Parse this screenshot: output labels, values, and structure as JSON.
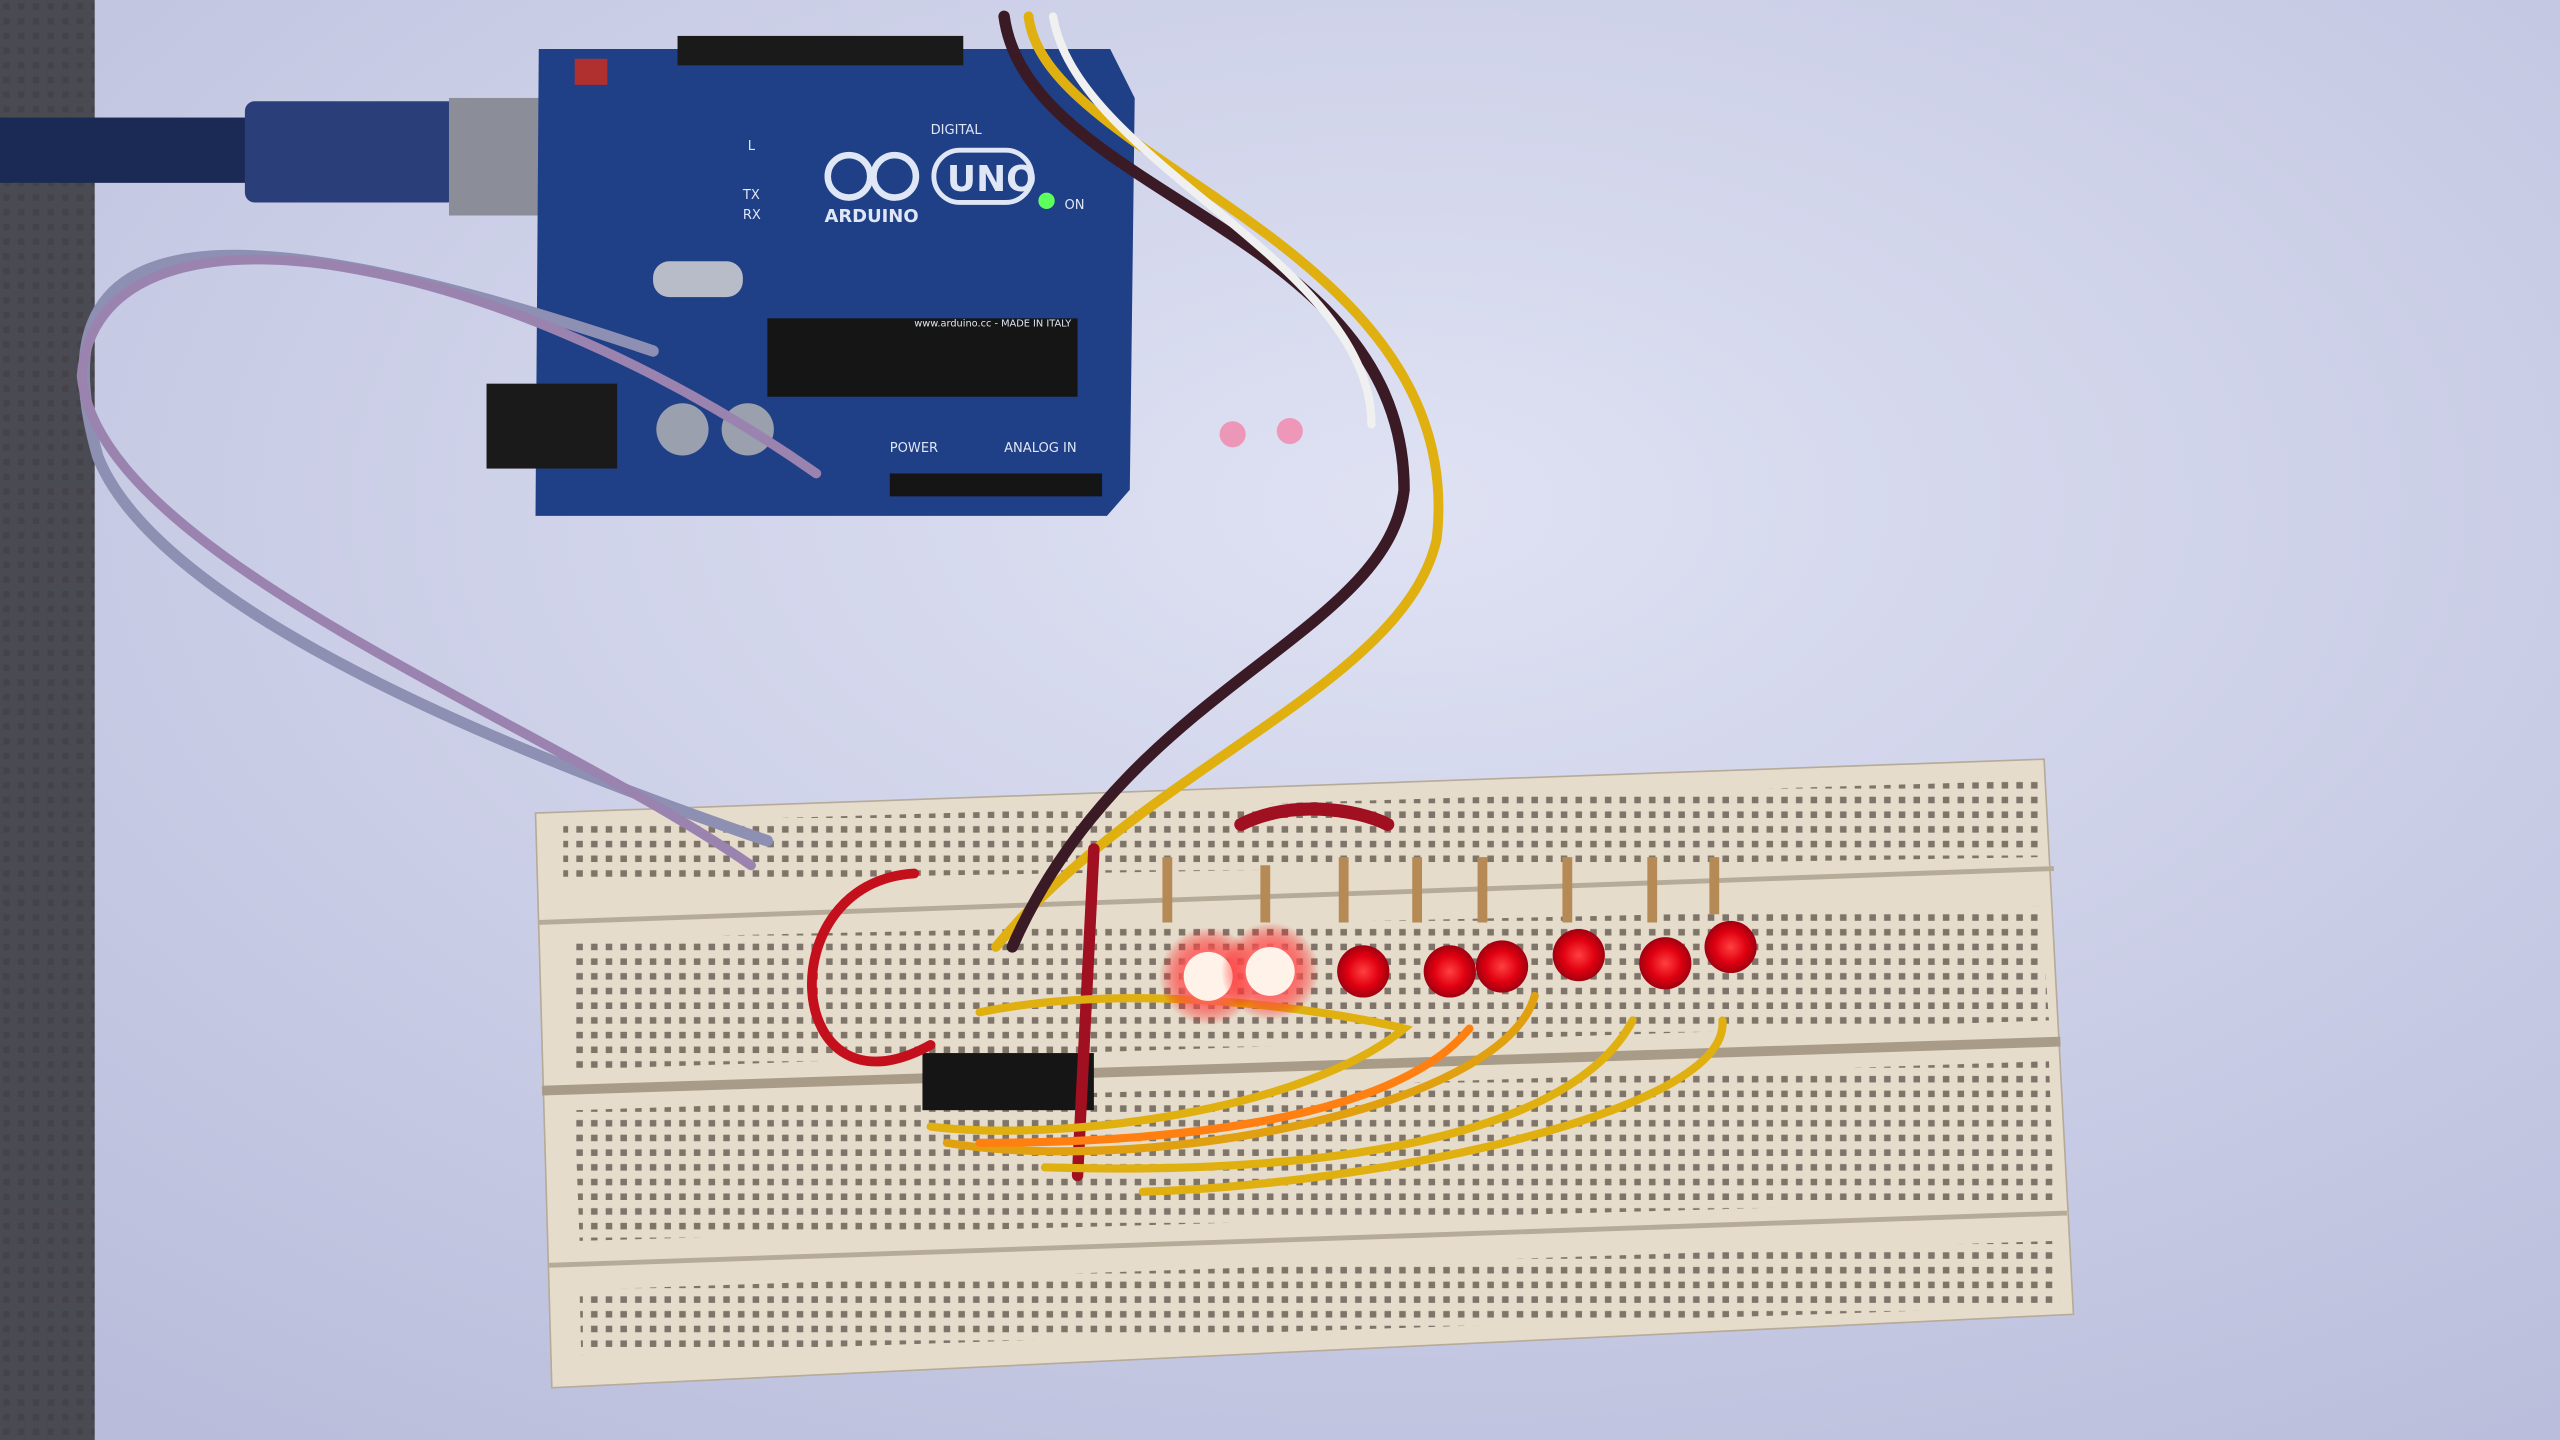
{
  "scene": {
    "description_label": "",
    "colors": {
      "paper": "#c9cde6",
      "board": "#1f3f86",
      "breadboard": "#e6dccb",
      "led_red": "#ff1a1a",
      "led_glow": "#fff2e8",
      "wire_yellow": "#e0b010",
      "wire_red": "#c4101c",
      "wire_gray": "#8d8fb3"
    }
  },
  "arduino": {
    "logo_text": "ARDUINO",
    "model_text": "UNO",
    "digital_label": "DIGITAL",
    "power_label": "POWER",
    "analog_label": "ANALOG IN",
    "url_text": "www.arduino.cc - MADE IN ITALY",
    "tx_label": "TX",
    "rx_label": "RX",
    "l_label": "L",
    "on_label": "ON",
    "power_led_on": true
  },
  "leds": [
    {
      "color": "red",
      "lit": true,
      "bright": true
    },
    {
      "color": "red",
      "lit": true,
      "bright": true
    },
    {
      "color": "red",
      "lit": true,
      "bright": false
    },
    {
      "color": "red",
      "lit": true,
      "bright": false
    },
    {
      "color": "red",
      "lit": true,
      "bright": false
    },
    {
      "color": "red",
      "lit": true,
      "bright": false
    },
    {
      "color": "red",
      "lit": true,
      "bright": false
    },
    {
      "color": "red",
      "lit": true,
      "bright": false
    }
  ]
}
